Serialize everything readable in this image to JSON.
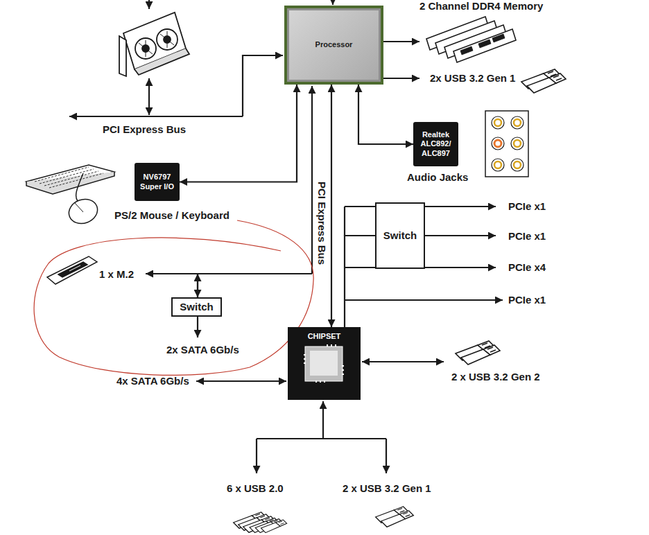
{
  "diagram": {
    "nodes": [
      {
        "text": [
          "Processor"
        ]
      },
      {
        "text": [
          "Realtek ALC892/ ALC897"
        ]
      },
      {
        "text": [
          "NV6797 Super I/O"
        ]
      },
      {
        "text": [
          "Switch"
        ]
      },
      {
        "text": [
          "Switch"
        ]
      },
      {
        "text": [
          "CHIPSET"
        ]
      }
    ],
    "edges": [
      {
        "from": 0,
        "to": 5,
        "arrow": "both"
      },
      {
        "from": 0,
        "to": 2,
        "arrow": "both"
      },
      {
        "from": 0,
        "to": 1,
        "arrow": "both"
      },
      {
        "from": 5,
        "to": 3,
        "arrow": "none"
      }
    ],
    "labels": [
      "2 Channel DDR4 Memory",
      "2x USB 3.2 Gen 1",
      "PCI Express Bus",
      "Audio Jacks",
      "PS/2 Mouse / Keyboard",
      "PCI Express Bus",
      "PCIe x1",
      "PCIe x1",
      "PCIe x4",
      "PCIe x1",
      "1 x M.2",
      "2x SATA 6Gb/s",
      "4x SATA 6Gb/s",
      "2 x USB 3.2 Gen 2",
      "6 x USB 2.0",
      "2 x USB 3.2 Gen 1"
    ]
  }
}
